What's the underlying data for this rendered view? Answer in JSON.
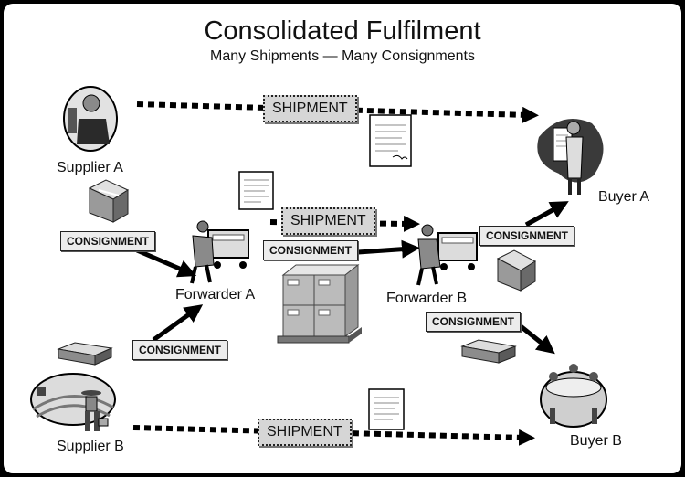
{
  "title": "Consolidated Fulfilment",
  "subtitle": "Many Shipments — Many Consignments",
  "nodes": {
    "supplier_a": "Supplier A",
    "supplier_b": "Supplier B",
    "forwarder_a": "Forwarder A",
    "forwarder_b": "Forwarder B",
    "buyer_a": "Buyer A",
    "buyer_b": "Buyer B"
  },
  "labels": {
    "shipment": "SHIPMENT",
    "consignment": "CONSIGNMENT"
  }
}
